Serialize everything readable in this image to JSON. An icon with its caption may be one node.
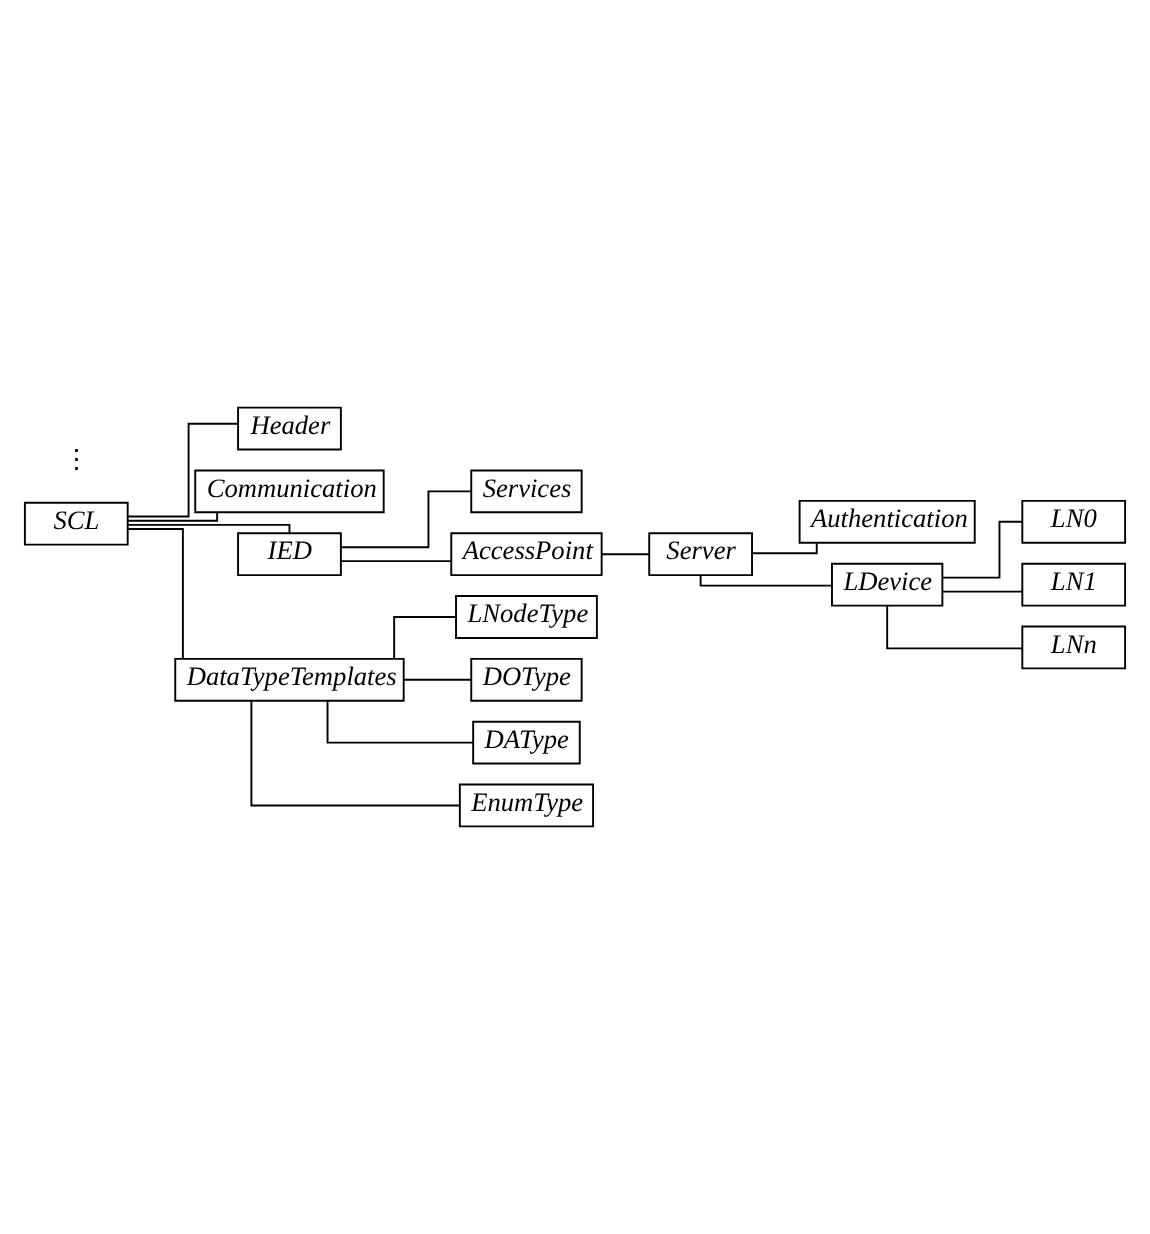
{
  "diagram": {
    "nodes": [
      {
        "text": [
          "SCL"
        ]
      },
      {
        "text": [
          "Header"
        ]
      },
      {
        "text": [
          "Communication"
        ]
      },
      {
        "text": [
          "IED"
        ]
      },
      {
        "text": [
          "Services"
        ]
      },
      {
        "text": [
          "AccessPoint"
        ]
      },
      {
        "text": [
          "Server"
        ]
      },
      {
        "text": [
          "Authentication"
        ]
      },
      {
        "text": [
          "LDevice"
        ]
      },
      {
        "text": [
          "LN0"
        ]
      },
      {
        "text": [
          "LN1"
        ]
      },
      {
        "text": [
          "LNn"
        ]
      },
      {
        "text": [
          "DataTypeTemplates"
        ]
      },
      {
        "text": [
          "LNodeType"
        ]
      },
      {
        "text": [
          "DOType"
        ]
      },
      {
        "text": [
          "DAType"
        ]
      },
      {
        "text": [
          "EnumType"
        ]
      }
    ],
    "edges": [
      {
        "from": 0,
        "to": 1,
        "arrow": "none"
      },
      {
        "from": 0,
        "to": 2,
        "arrow": "none"
      },
      {
        "from": 0,
        "to": 3,
        "arrow": "none"
      },
      {
        "from": 3,
        "to": 4,
        "arrow": "none"
      },
      {
        "from": 3,
        "to": 5,
        "arrow": "none"
      },
      {
        "from": 5,
        "to": 6,
        "arrow": "none"
      },
      {
        "from": 6,
        "to": 7,
        "arrow": "none"
      },
      {
        "from": 6,
        "to": 8,
        "arrow": "none"
      },
      {
        "from": 8,
        "to": 9,
        "arrow": "none"
      },
      {
        "from": 8,
        "to": 10,
        "arrow": "none"
      },
      {
        "from": 8,
        "to": 11,
        "arrow": "none"
      },
      {
        "from": 0,
        "to": 12,
        "arrow": "none"
      },
      {
        "from": 12,
        "to": 13,
        "arrow": "none"
      },
      {
        "from": 12,
        "to": 14,
        "arrow": "none"
      },
      {
        "from": 12,
        "to": 15,
        "arrow": "none"
      },
      {
        "from": 12,
        "to": 16,
        "arrow": "none"
      }
    ],
    "labels": [
      "⋮"
    ]
  }
}
